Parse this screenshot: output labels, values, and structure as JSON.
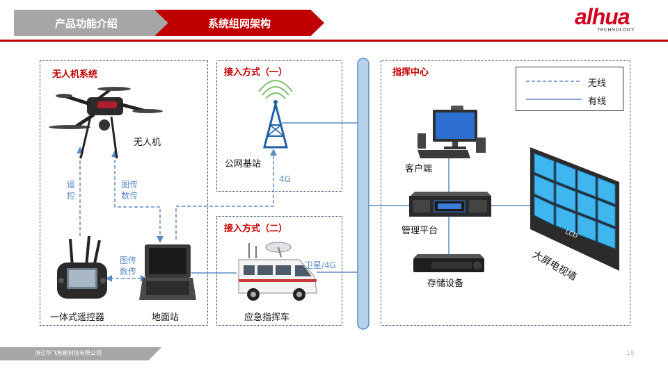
{
  "header": {
    "tab_intro": "产品功能介绍",
    "tab_architecture": "系统组网架构"
  },
  "logo": {
    "brand": "alhua",
    "sub": "TECHNOLOGY",
    "color": "#d2001c"
  },
  "accent_color": "#c00000",
  "boxes": {
    "uav_system": "无人机系统",
    "access_1": "接入方式（一）",
    "access_2": "接入方式（二）",
    "command_center": "指挥中心"
  },
  "labels": {
    "drone": "无人机",
    "base_station": "公网基站",
    "remote": "一体式遥控器",
    "ground_station": "地面站",
    "vehicle": "应急指挥车",
    "client": "客户端",
    "platform": "管理平台",
    "storage": "存储设备",
    "video_wall": "大屏电视墙",
    "lcd": "LCD"
  },
  "link_labels": {
    "remote_control": "遥\n控",
    "image_tx_1": "图传\n数传",
    "image_tx_2": "图传\n数传",
    "net_4g": "4G",
    "satellite": "卫星/4G"
  },
  "legend": {
    "wireless": "无线",
    "wired": "有线"
  },
  "footer": {
    "company": "浙江华飞智能科技有限公司",
    "page": "18"
  },
  "icons": [
    "drone-icon",
    "tower-icon",
    "remote-controller-icon",
    "laptop-icon",
    "vehicle-icon",
    "desktop-icon",
    "server-icon",
    "nvr-icon",
    "video-wall-icon"
  ]
}
